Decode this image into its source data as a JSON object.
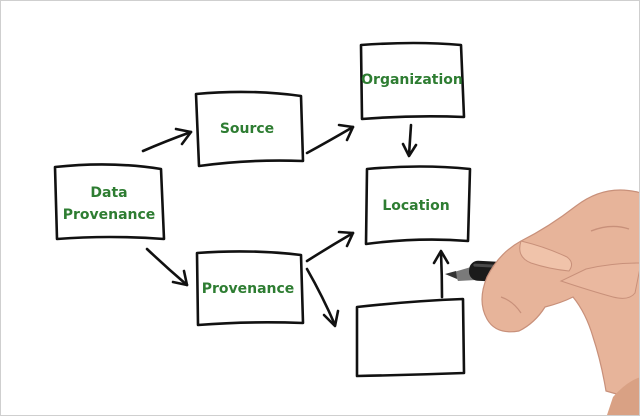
{
  "diagram": {
    "nodes": {
      "data_provenance": {
        "line1": "Data",
        "line2": "Provenance"
      },
      "source": {
        "label": "Source"
      },
      "provenance": {
        "label": "Provenance"
      },
      "organization": {
        "label": "Organization"
      },
      "location": {
        "label": "Location"
      },
      "blank": {
        "label": ""
      }
    },
    "edges": [
      {
        "from": "Data Provenance",
        "to": "Source"
      },
      {
        "from": "Data Provenance",
        "to": "Provenance"
      },
      {
        "from": "Source",
        "to": "Organization"
      },
      {
        "from": "Organization",
        "to": "Location"
      },
      {
        "from": "Provenance",
        "to": "Location"
      },
      {
        "from": "Provenance",
        "to": "blank box"
      },
      {
        "from": "blank box",
        "to": "Location"
      }
    ],
    "colors": {
      "label_green": "#2e7d32",
      "ink": "#111111"
    }
  }
}
